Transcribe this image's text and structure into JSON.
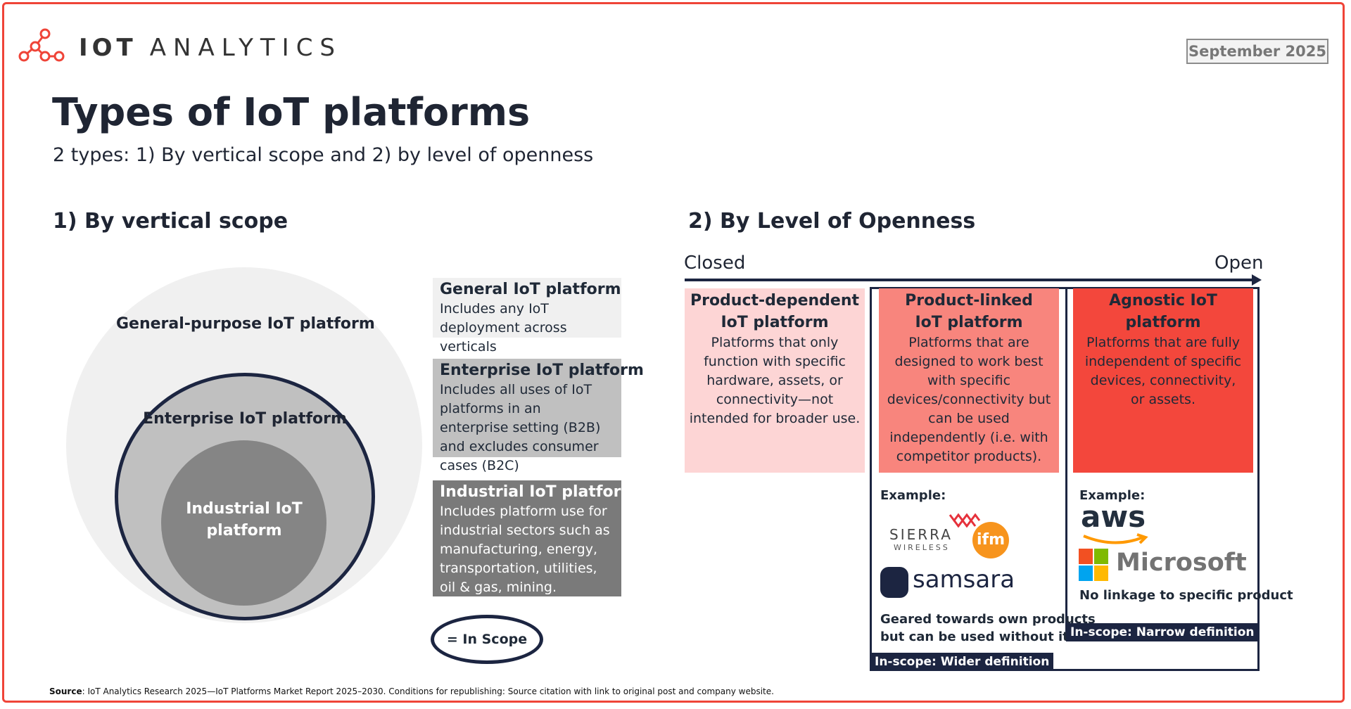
{
  "header": {
    "brand_bold": "IOT",
    "brand_light": "ANALYTICS",
    "date": "September 2025",
    "title": "Types of IoT platforms",
    "subtitle": "2 types: 1) By vertical scope and 2) by level of openness"
  },
  "colors": {
    "accent_red": "#ef4438",
    "navy": "#1c2541",
    "pink_light": "#fdd5d5",
    "salmon": "#f8857d",
    "red": "#f3473c"
  },
  "vertical": {
    "section_title": "1) By vertical scope",
    "circles": {
      "outer": "General-purpose IoT platform",
      "middle": "Enterprise IoT platform",
      "inner": "Industrial IoT platform"
    },
    "boxes": [
      {
        "title": "General IoT platform",
        "desc": "Includes any IoT deployment across verticals"
      },
      {
        "title": "Enterprise IoT platform",
        "desc": "Includes all uses of IoT platforms in an enterprise setting (B2B) and excludes consumer cases (B2C)"
      },
      {
        "title": "Industrial IoT platform",
        "desc": "Includes platform use for industrial sectors such as manufacturing, energy, transportation, utilities, oil & gas, mining."
      }
    ],
    "legend": "= In Scope"
  },
  "openness": {
    "section_title": "2) By Level of Openness",
    "axis_left": "Closed",
    "axis_right": "Open",
    "boxes": [
      {
        "title": "Product-dependent IoT platform",
        "desc": "Platforms that only function with specific hardware, assets, or connectivity—not intended for broader use."
      },
      {
        "title": "Product-linked IoT platform",
        "desc": "Platforms that are designed to work best with specific devices/connectivity but can be used independently (i.e. with competitor products)."
      },
      {
        "title": "Agnostic IoT platform",
        "desc": "Platforms that are fully independent of specific devices, connectivity, or assets."
      }
    ],
    "example_label": "Example:",
    "linked_brands": [
      "SIERRA",
      "WIRELESS",
      "ifm",
      "samsara"
    ],
    "linked_note_1": "Geared towards own products",
    "linked_note_2": "but can be used without it",
    "agnostic_brands": [
      "aws",
      "Microsoft"
    ],
    "agnostic_note": "No linkage to specific product",
    "tag_narrow": "In-scope: Narrow definition",
    "tag_wide": "In-scope: Wider definition"
  },
  "source": {
    "label": "Source",
    "text": ": IoT Analytics Research 2025—IoT Platforms Market Report 2025–2030. Conditions for republishing: Source citation with link to original post and company website."
  }
}
